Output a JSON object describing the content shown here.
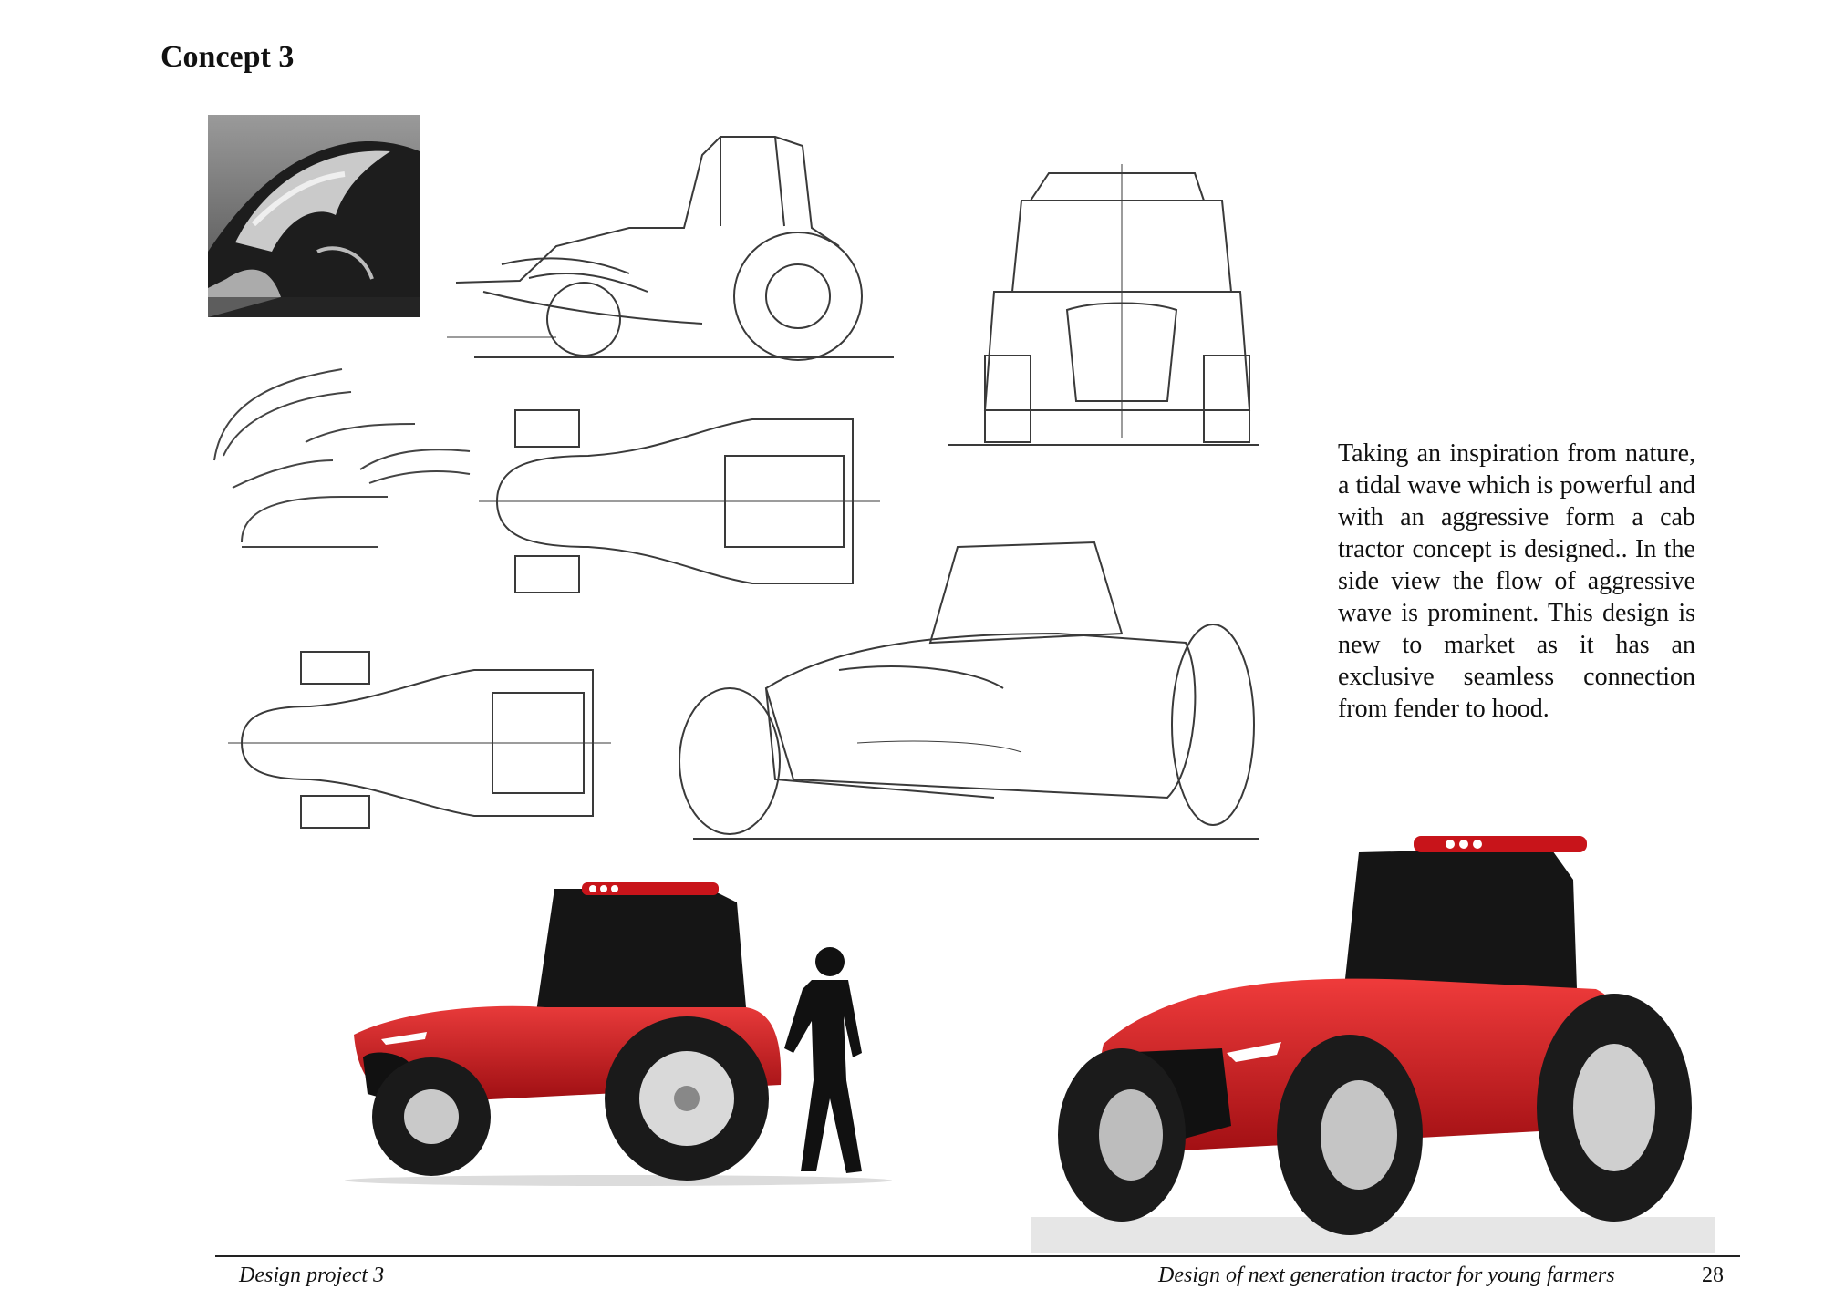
{
  "page": {
    "title": "Concept 3",
    "description": "Taking an inspiration from nature, a tidal wave which is powerful and with an aggressive form a cab tractor concept is designed.. In the side view  the flow of aggressive wave is prominent. This design is new to market as it has an exclusive seamless connection from fender to hood."
  },
  "footer": {
    "left": "Design project 3",
    "center": "Design of next generation tractor for young farmers",
    "page_number": "28"
  },
  "colors": {
    "render_red": "#c8141a",
    "cab_black": "#151515",
    "pencil": "#3a3a3a"
  }
}
